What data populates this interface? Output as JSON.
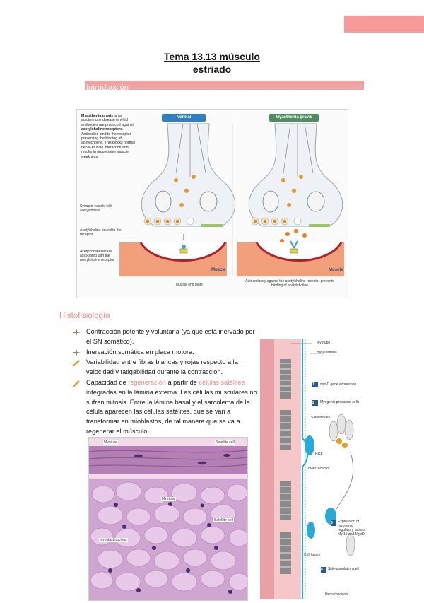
{
  "title": {
    "line1": "Tema 13.13 músculo",
    "line2": "estriado"
  },
  "sections": {
    "intro": "Introducción",
    "histo": "Histofisiología"
  },
  "figure1": {
    "caption_parts": [
      "Myasthenia gravis",
      " is an autoimmune disease in which antibodies are produced against ",
      "acetylcholine receptors",
      ". Antibodies bind to the receptor, preventing the binding of acetylcholine. This blocks normal nerve-muscle interaction and results in progressive muscle weakness."
    ],
    "tag_normal": "Normal",
    "tag_mg": "Myasthenia gravis",
    "labels": {
      "vesicle": "Synaptic vesicle with acetylcholine",
      "bound": "Acetylcholine bound to the receptor",
      "esterase": "Acetylcholinesterase associated with the acetylcholine receptor",
      "endplate": "Muscle end plate",
      "autoantibody": "Autoantibody against the acetylcholine receptor prevents binding of acetylcholine",
      "muscle": "Muscle"
    }
  },
  "bullets": [
    {
      "text": "Contracción potente y voluntaria (ya que está inervado por el SN somático)."
    },
    {
      "text": "Inervación somática en placa motora."
    },
    {
      "text": "Variabilidad entre fibras blancas y rojas respecto a la velocidad y fatigabilidad durante la contracción."
    },
    {
      "pre": "Capacidad de ",
      "hl1": "regeneración",
      "mid": " a partir de ",
      "hl2": "células satélites",
      "post": " integradas en la lámina externa. Las células musculares no sufren mitosis. Entre la lámina basal y el sarcolema de la célula aparecen las células satélites, que se van a transformar en mioblastos, de tal manera que se va a regenerar el músculo."
    }
  ],
  "histology": {
    "myotube": "Myotube",
    "satellite": "Satellite cell",
    "myotube2": "Myotube",
    "myoblast": "Myoblast nucleus",
    "satellite2": "Satellite cell"
  },
  "diagram": {
    "myotube": "Myotube",
    "basal": "Basal lamina",
    "step1": "myoD gene expression",
    "step2": "Myogenic precursor cells",
    "satellite": "Satellite cell",
    "hgf": "HGF",
    "cmet": "cMet receptor",
    "step3": "Expression of myogenic regulatory factors Myf15 and MyoD",
    "fusion": "Cell fusion",
    "step4": "Side-population cell",
    "hemato": "Hematopoiesis",
    "n1": "1",
    "n2": "2",
    "n3": "3",
    "n4": "4"
  },
  "colors": {
    "accent": "#f4a3a3",
    "corner": "#f79a9a",
    "heading": "#e88f8f",
    "highlight": "#f08c8c",
    "normal_tag": "#2e7fc4",
    "mg_tag": "#4d8f5e",
    "muscle": "#f2a07b",
    "diagram_blue": "#29a9d6"
  }
}
